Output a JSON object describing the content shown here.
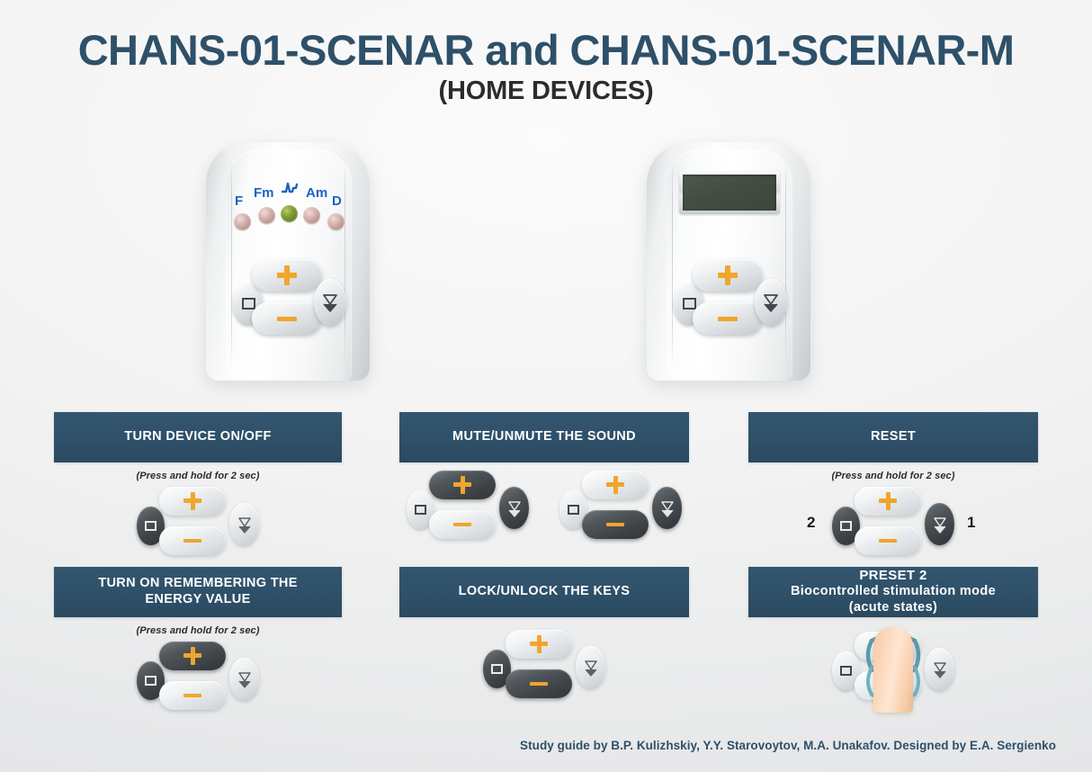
{
  "title": {
    "main": "CHANS-01-SCENAR and CHANS-01-SCENAR-M",
    "sub": "(HOME DEVICES)"
  },
  "devices": [
    {
      "name": "CHANS-01-SCENAR",
      "display_type": "led-indicators",
      "led_labels": [
        "F",
        "Fm",
        "Am",
        "D"
      ],
      "wave_icon": "waveform-icon",
      "leds": [
        {
          "label": "F",
          "state": "off",
          "color": "#c9aaa8"
        },
        {
          "label": "Fm",
          "state": "off",
          "color": "#c9aaa8"
        },
        {
          "label": "wave",
          "state": "on",
          "color": "#6f8a2a"
        },
        {
          "label": "Am",
          "state": "off",
          "color": "#c9aaa8"
        },
        {
          "label": "D",
          "state": "off",
          "color": "#c9aaa8"
        }
      ],
      "keys": [
        "square-button",
        "plus-button",
        "minus-button",
        "chevron-down-button"
      ]
    },
    {
      "name": "CHANS-01-SCENAR-M",
      "display_type": "lcd-screen",
      "lcd_color": "#434d42",
      "keys": [
        "square-button",
        "plus-button",
        "minus-button",
        "chevron-down-button"
      ]
    }
  ],
  "panels": [
    {
      "id": "turn-device-on-off",
      "heading_lines": [
        "TURN DEVICE ON/OFF"
      ],
      "hold_note": "(Press and hold for 2 sec)",
      "diagrams": [
        {
          "active_keys": [
            "square"
          ],
          "step_labels": {}
        }
      ]
    },
    {
      "id": "mute-unmute-the-sound",
      "heading_lines": [
        "MUTE/UNMUTE THE SOUND"
      ],
      "hold_note": "",
      "diagrams": [
        {
          "active_keys": [
            "plus",
            "chevron"
          ],
          "step_labels": {}
        },
        {
          "active_keys": [
            "minus",
            "chevron"
          ],
          "step_labels": {}
        }
      ]
    },
    {
      "id": "reset",
      "heading_lines": [
        "RESET"
      ],
      "hold_note": "(Press and hold for 2 sec)",
      "diagrams": [
        {
          "active_keys": [
            "square",
            "chevron"
          ],
          "step_labels": {
            "square": "2",
            "chevron": "1"
          }
        }
      ]
    },
    {
      "id": "turn-on-remembering-energy-value",
      "heading_lines": [
        "TURN ON REMEMBERING THE",
        "ENERGY VALUE"
      ],
      "hold_note": "(Press and hold for 2 sec)",
      "diagrams": [
        {
          "active_keys": [
            "square",
            "plus"
          ],
          "step_labels": {}
        }
      ]
    },
    {
      "id": "lock-unlock-the-keys",
      "heading_lines": [
        "LOCK/UNLOCK THE KEYS"
      ],
      "hold_note": "",
      "diagrams": [
        {
          "active_keys": [
            "square",
            "minus"
          ],
          "step_labels": {}
        }
      ]
    },
    {
      "id": "preset-2",
      "heading_lines": [
        "PRESET 2",
        "Biocontrolled stimulation mode",
        "(acute states)"
      ],
      "hold_note": "",
      "diagrams": [
        {
          "active_keys": [],
          "step_labels": {},
          "illustration": "finger-press"
        }
      ]
    }
  ],
  "footer": {
    "credit": "Study guide by B.P. Kulizhskiy,  Y.Y. Starovoytov, M.A. Unakafov. Designed by E.A. Sergienko"
  },
  "colors": {
    "brand_blue": "#2e5069",
    "panel_header": "#2e5068",
    "accent_orange": "#f0a52c",
    "led_label_blue": "#1a63c4",
    "led_on_green": "#6f8a2a",
    "lcd_green": "#434d42",
    "background": "#eceded",
    "teal_ring": "#5b9aa8"
  }
}
